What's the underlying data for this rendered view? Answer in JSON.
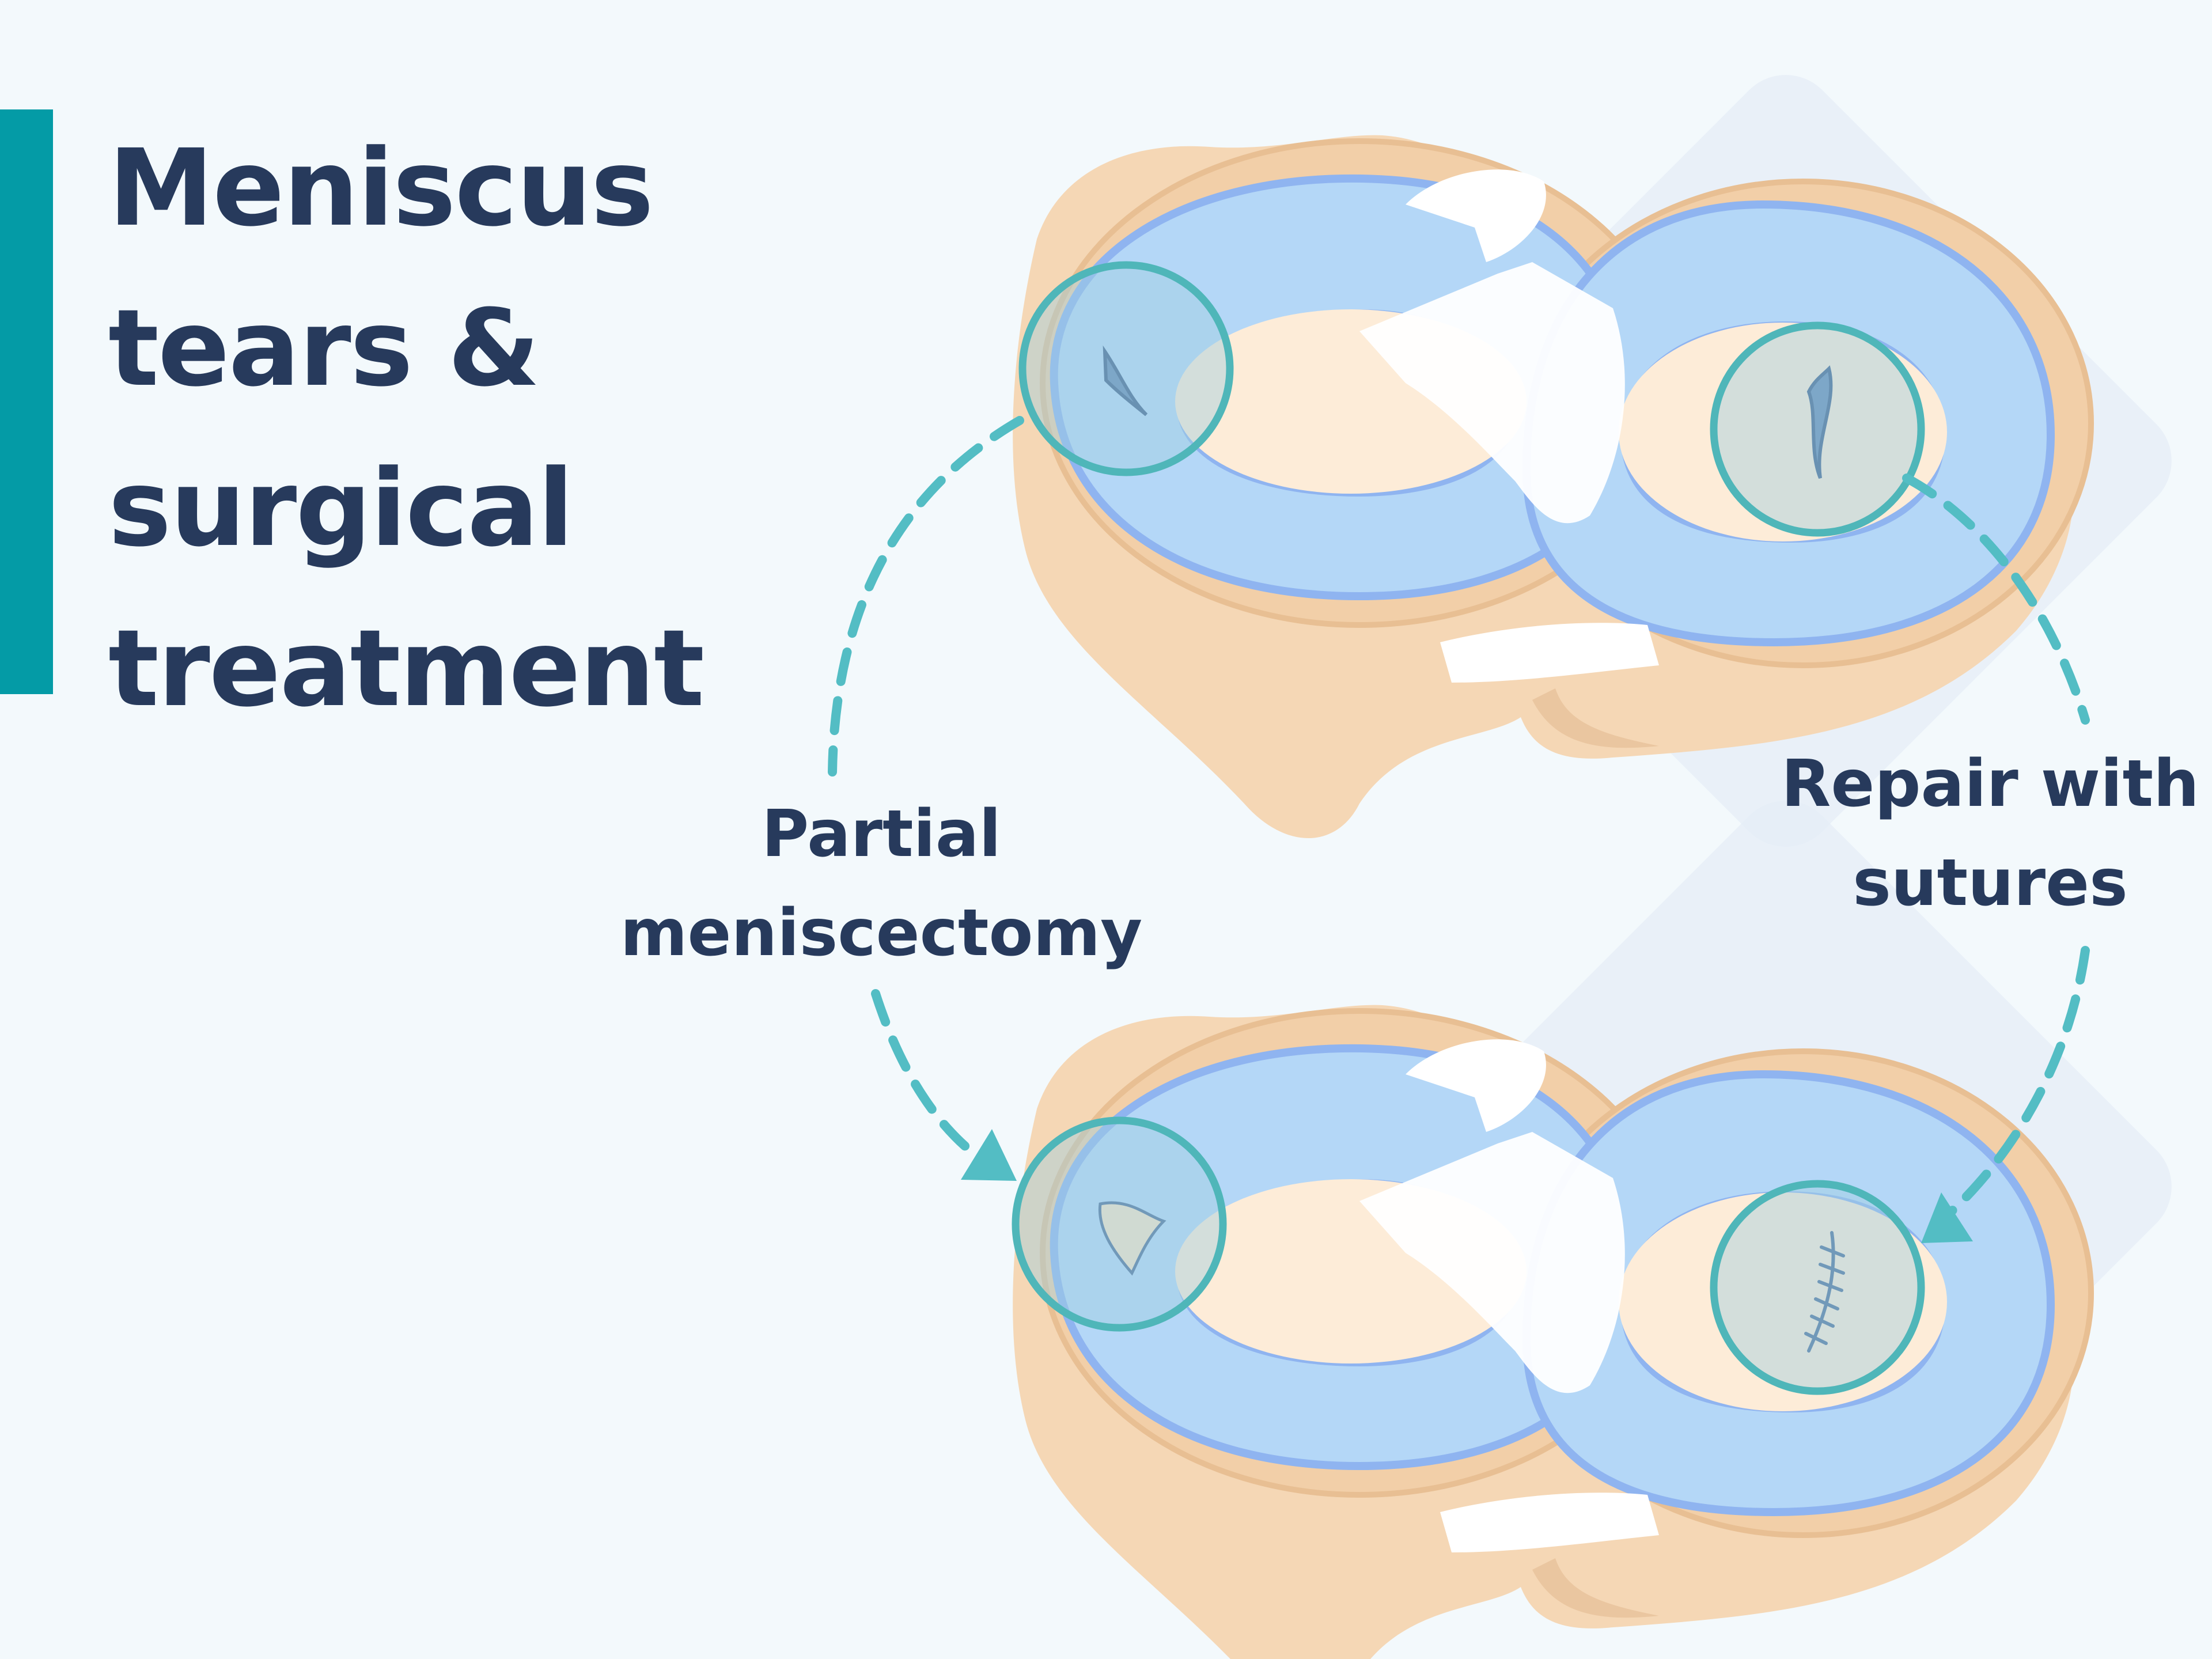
{
  "title": {
    "lines": [
      "Meniscus",
      "tears &",
      "surgical",
      "treatment"
    ]
  },
  "labels": {
    "left": [
      "Partial",
      "meniscectomy"
    ],
    "right": [
      "Repair with",
      "sutures"
    ]
  },
  "colors": {
    "accent": "#049ba6",
    "text": "#273a5c",
    "bone": "#f5d7b5",
    "cartilage": "#fdecd8",
    "meniscus": "#b4d7f7",
    "meniscus_edge": "#8fb4f0",
    "highlight_circle": "#4fb6b9",
    "arrow": "#53bdc4",
    "background": "#f3f9fc"
  },
  "icons": {
    "left_arrow": "arrow-down-right-icon",
    "right_arrow": "arrow-down-left-icon"
  }
}
